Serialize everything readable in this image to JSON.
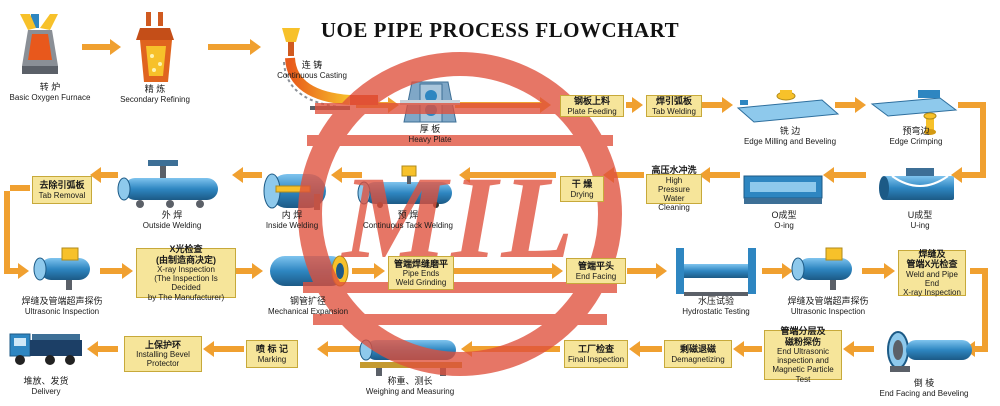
{
  "title": "UOE PIPE PROCESS FLOWCHART",
  "watermark": "MIL",
  "colors": {
    "arrow": "#f0a030",
    "box_fill": "#f6e59a",
    "box_border": "#c7a93a",
    "pipe_blue": "#2e86c1",
    "pipe_light": "#8ec9ec",
    "watermark": "#e0503c"
  },
  "steps": {
    "bof": {
      "zh": "转 炉",
      "en": "Basic Oxygen Furnace",
      "icon": "furnace-icon"
    },
    "refining": {
      "zh": "精 炼",
      "en": "Secondary Refining",
      "icon": "ladle-icon"
    },
    "casting": {
      "zh": "连 铸",
      "en": "Continuous Casting",
      "icon": "caster-icon"
    },
    "heavy_plate": {
      "zh": "厚 板",
      "en": "Heavy Plate",
      "icon": "rolling-mill-icon"
    },
    "plate_feeding": {
      "zh": "钢板上料",
      "en": "Plate Feeding"
    },
    "tab_welding": {
      "zh": "焊引弧板",
      "en": "Tab Welding"
    },
    "edge_milling": {
      "zh": "铣 边",
      "en": "Edge Milling and Beveling",
      "icon": "milling-icon"
    },
    "edge_crimping": {
      "zh": "预弯边",
      "en": "Edge Crimping",
      "icon": "crimping-icon"
    },
    "u_ing": {
      "zh": "U成型",
      "en": "U-ing",
      "icon": "u-press-icon"
    },
    "o_ing": {
      "zh": "O成型",
      "en": "O-ing",
      "icon": "o-press-icon"
    },
    "hp_cleaning": {
      "zh": "高压水冲洗",
      "en": "High Pressure Water Cleaning"
    },
    "drying": {
      "zh": "干 燥",
      "en": "Drying"
    },
    "tack_welding": {
      "zh": "预 焊",
      "en": "Continuous Tack Welding",
      "icon": "tack-welder-icon"
    },
    "inside_welding": {
      "zh": "内 焊",
      "en": "Inside Welding",
      "icon": "inside-welder-icon"
    },
    "outside_welding": {
      "zh": "外 焊",
      "en": "Outside Welding",
      "icon": "outside-welder-icon"
    },
    "tab_removal": {
      "zh": "去除引弧板",
      "en": "Tab Removal"
    },
    "ut_inspection": {
      "zh": "焊缝及管端超声探伤",
      "en": "Ultrasonic Inspection",
      "icon": "ultrasonic-icon"
    },
    "xray": {
      "zh": "X光检查",
      "zh2": "(由制造商决定)",
      "en": "X-ray Inspection",
      "en2": "(The Inspection Is Decided",
      "en3": "by The Manufacturer)"
    },
    "expansion": {
      "zh": "钢管扩径",
      "en": "Mechanical Expansion",
      "icon": "expander-icon"
    },
    "pipe_ends_grinding": {
      "zh": "管端焊缝磨平",
      "en": "Pipe Ends",
      "en2": "Weld Grinding"
    },
    "end_facing": {
      "zh": "管端平头",
      "en": "End Facing"
    },
    "hydro": {
      "zh": "水压试验",
      "en": "Hydrostatic Testing",
      "icon": "hydrotest-icon"
    },
    "ut_inspection2": {
      "zh": "焊缝及管端超声探伤",
      "en": "Ultrasonic Inspection",
      "icon": "ultrasonic-icon"
    },
    "weld_xray": {
      "zh": "焊缝及",
      "zh2": "管端X光检查",
      "en": "Weld and Pipe End",
      "en2": "X-ray Inspection"
    },
    "end_facing_beveling": {
      "zh": "倒 棱",
      "en": "End Facing and Beveling",
      "icon": "beveling-machine-icon"
    },
    "end_ut_mpi": {
      "zh": "管端分层及",
      "zh2": "磁粉探伤",
      "en": "End Ultrasonic",
      "en2": "inspection and",
      "en3": "Magnetic Particle Test"
    },
    "demagnetizing": {
      "zh": "剩磁退磁",
      "en": "Demagnetizing"
    },
    "final_inspection": {
      "zh": "工厂检查",
      "en": "Final Inspection"
    },
    "weighing": {
      "zh": "称重、测长",
      "en": "Weighing and Measuring",
      "icon": "scale-icon"
    },
    "marking": {
      "zh": "喷 标 记",
      "en": "Marking"
    },
    "bevel_protector": {
      "zh": "上保护环",
      "en": "Installing Bevel",
      "en2": "Protector"
    },
    "delivery": {
      "zh": "堆放、发货",
      "en": "Delivery",
      "icon": "truck-icon"
    }
  }
}
